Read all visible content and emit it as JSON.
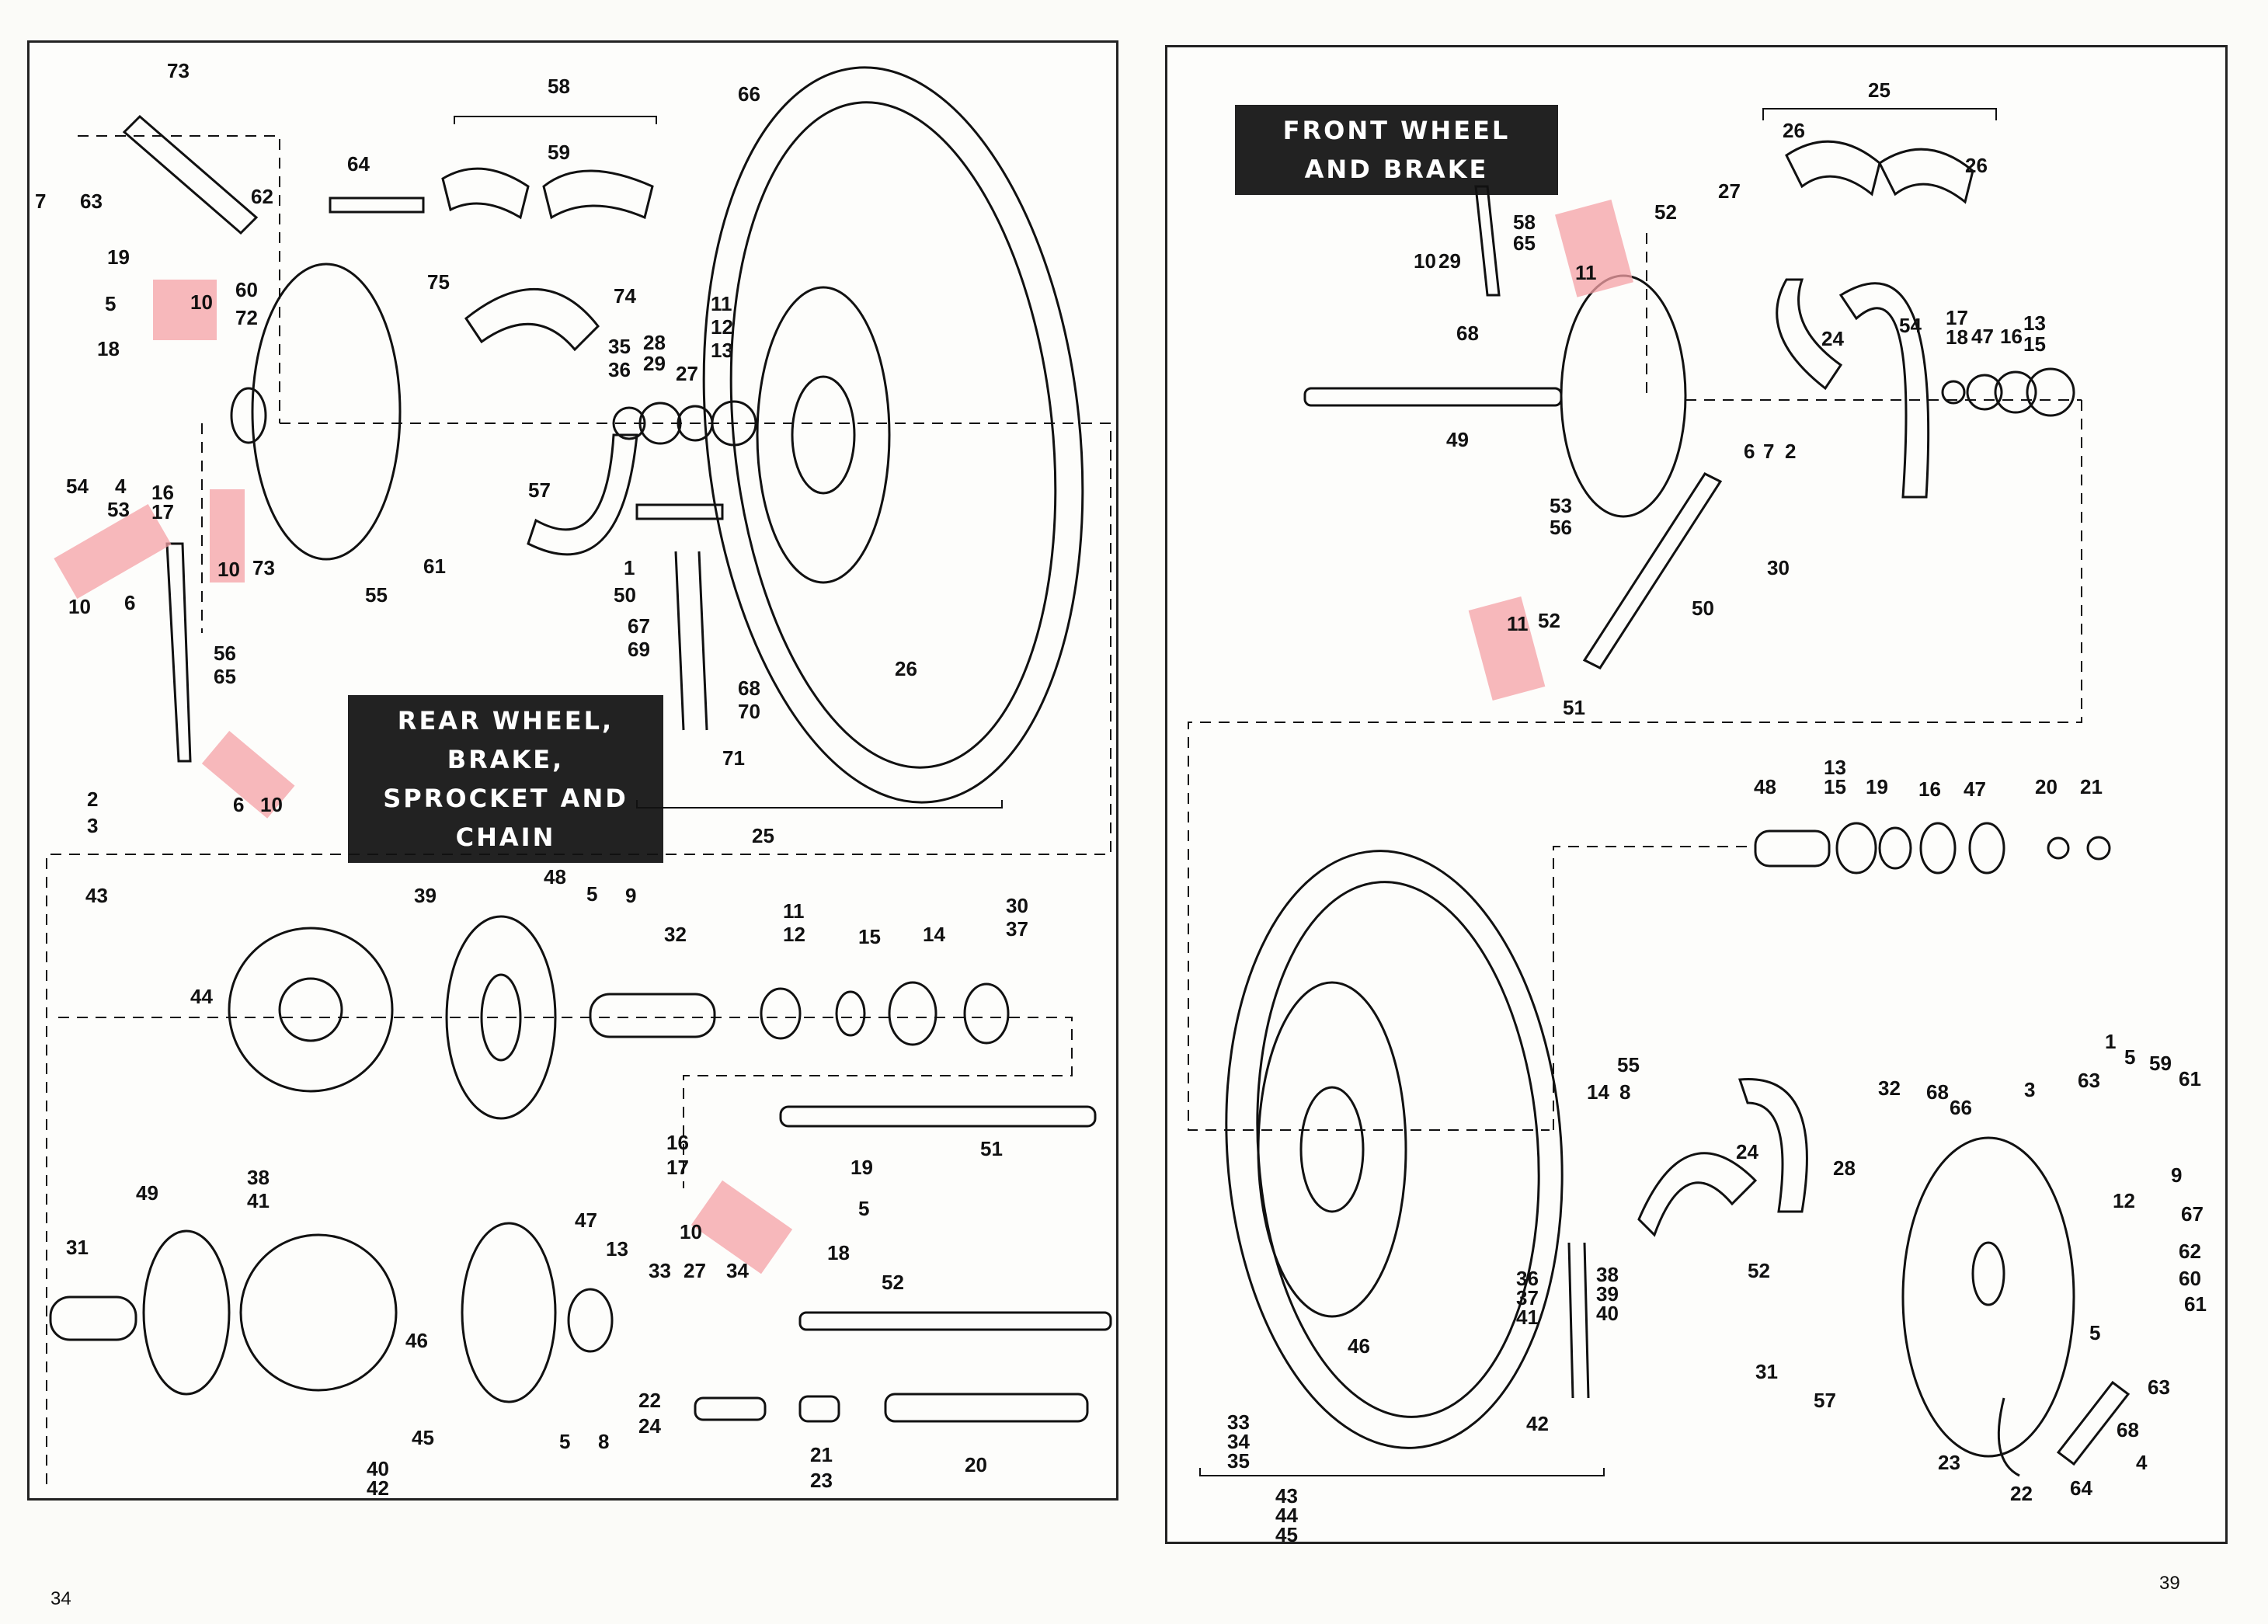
{
  "left_page": {
    "title_line1": "REAR WHEEL, BRAKE,",
    "title_line2": "SPROCKET AND CHAIN",
    "page_number": "34"
  },
  "right_page": {
    "title": "FRONT WHEEL AND BRAKE",
    "page_number": "39"
  },
  "colors": {
    "highlight": "#f4a0a6",
    "ink": "#111111",
    "title_bg": "#222222"
  },
  "left_labels": [
    "73",
    "58",
    "66",
    "7",
    "63",
    "62",
    "59",
    "19",
    "5",
    "60",
    "72",
    "64",
    "75",
    "74",
    "10",
    "18",
    "54",
    "4",
    "53",
    "16",
    "17",
    "35",
    "36",
    "28",
    "29",
    "27",
    "11",
    "12",
    "13",
    "57",
    "55",
    "61",
    "1",
    "50",
    "6",
    "73",
    "56",
    "65",
    "67",
    "69",
    "68",
    "70",
    "71",
    "26",
    "2",
    "3",
    "25",
    "43",
    "39",
    "48",
    "5",
    "9",
    "32",
    "11",
    "12",
    "15",
    "14",
    "30",
    "37",
    "44",
    "16",
    "17",
    "51",
    "19",
    "5",
    "10",
    "34",
    "18",
    "49",
    "38",
    "41",
    "47",
    "13",
    "33",
    "27",
    "52",
    "31",
    "46",
    "45",
    "5",
    "8",
    "22",
    "24",
    "21",
    "23",
    "20",
    "40",
    "42",
    "6",
    "10",
    "10",
    "10"
  ],
  "right_labels": [
    "25",
    "26",
    "26",
    "27",
    "52",
    "11",
    "58",
    "65",
    "10",
    "29",
    "68",
    "54",
    "17",
    "18",
    "47",
    "16",
    "13",
    "15",
    "24",
    "49",
    "6",
    "7",
    "2",
    "53",
    "56",
    "30",
    "50",
    "11",
    "52",
    "51",
    "48",
    "13",
    "15",
    "19",
    "16",
    "47",
    "20",
    "21",
    "55",
    "14",
    "8",
    "24",
    "32",
    "68",
    "3",
    "63",
    "1",
    "5",
    "59",
    "61",
    "66",
    "28",
    "12",
    "67",
    "9",
    "62",
    "60",
    "61",
    "52",
    "36",
    "37",
    "41",
    "38",
    "39",
    "40",
    "46",
    "42",
    "31",
    "57",
    "33",
    "34",
    "35",
    "43",
    "44",
    "45",
    "5",
    "23",
    "22",
    "64",
    "4",
    "63",
    "68"
  ]
}
